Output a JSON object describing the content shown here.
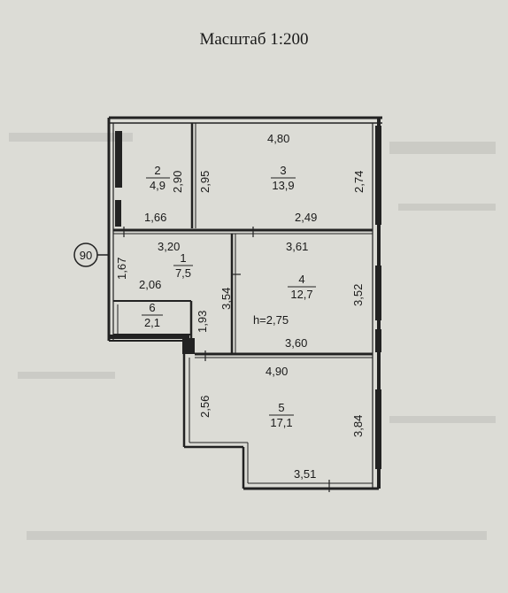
{
  "title": "Масштаб 1:200",
  "plan": {
    "marker": "90",
    "ceiling_height": "h=2,75",
    "rooms": [
      {
        "number": "1",
        "area": "7,5"
      },
      {
        "number": "2",
        "area": "4,9"
      },
      {
        "number": "3",
        "area": "13,9"
      },
      {
        "number": "4",
        "area": "12,7"
      },
      {
        "number": "5",
        "area": "17,1"
      },
      {
        "number": "6",
        "area": "2,1"
      }
    ],
    "dimensions": {
      "d_4_80": "4,80",
      "d_2_90": "2,90",
      "d_2_95": "2,95",
      "d_2_74": "2,74",
      "d_1_66": "1,66",
      "d_2_49": "2,49",
      "d_3_20": "3,20",
      "d_3_61": "3,61",
      "d_1_67": "1,67",
      "d_2_06": "2,06",
      "d_3_54": "3,54",
      "d_3_52": "3,52",
      "d_1_93": "1,93",
      "d_3_60": "3,60",
      "d_4_90": "4,90",
      "d_2_56": "2,56",
      "d_3_84": "3,84",
      "d_3_51": "3,51"
    }
  }
}
